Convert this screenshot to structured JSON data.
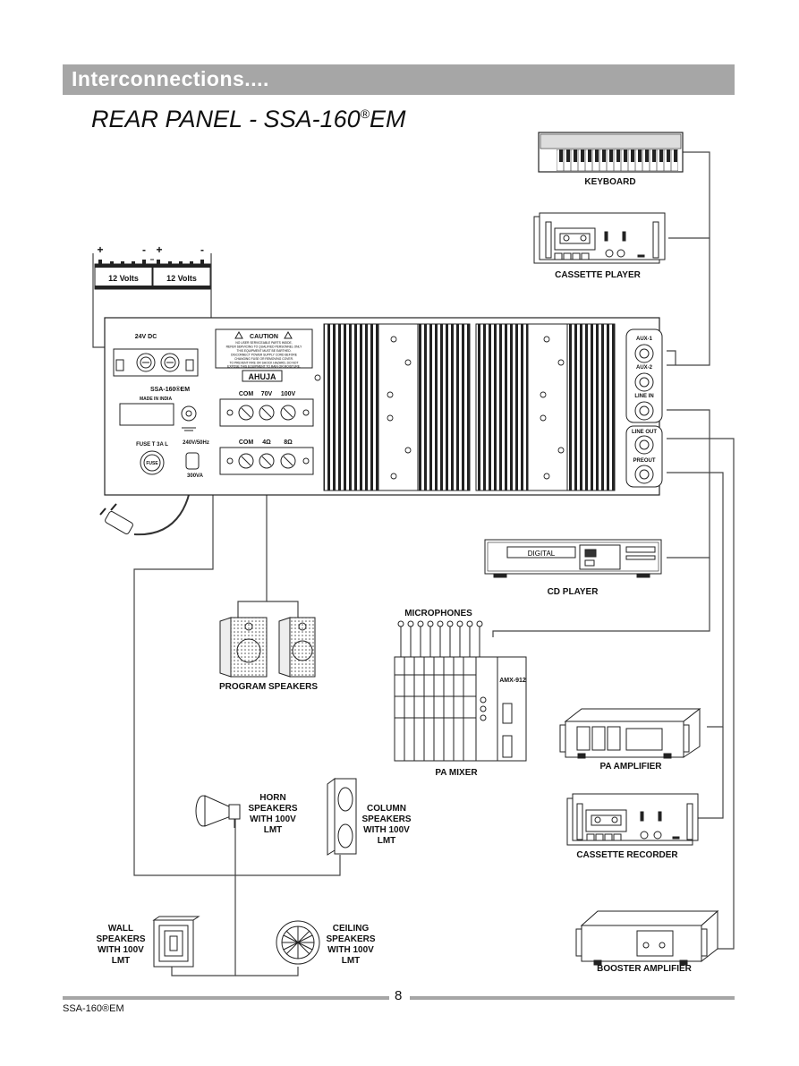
{
  "header": {
    "title": "Interconnections...."
  },
  "panel": {
    "title_prefix": "REAR PANEL -  SSA-160",
    "title_reg": "®",
    "title_suffix": "EM"
  },
  "amp": {
    "battery_label": "12 Volts",
    "batt_plus": "+",
    "batt_minus": "-",
    "dc_label": "24V DC",
    "model": "SSA-160®EM",
    "made_in": "MADE IN INDIA",
    "caution_title": "CAUTION",
    "caution_lines": [
      "NO USER SERVICEABLE PARTS INSIDE,",
      "REFER SERVICING TO QUALIFIED PERSONNEL ONLY",
      "THIS EQUIPMENT MUST BE EARTHED.",
      "DISCONNECT POWER SUPPLY CORD BEFORE",
      "CHANGING FUSE OR REMOVING COVER.",
      "TO PREVENT FIRE OR SHOCK HAZARD, DO NOT",
      "EXPOSE THIS EQUIPMENT TO RAIN OR MOISTURE."
    ],
    "brand": "AHUJA",
    "terminals_top": [
      "COM",
      "70V",
      "100V"
    ],
    "terminals_bottom": [
      "COM",
      "4Ω",
      "8Ω"
    ],
    "fuse_label": "FUSE T 3A L",
    "fuse_text": "FUSE",
    "mains_label": "240V/50Hz",
    "power_label": "300VA",
    "jacks": [
      "AUX-1",
      "AUX-2",
      "LINE IN",
      "LINE OUT",
      "PREOUT"
    ]
  },
  "devices": {
    "keyboard": "KEYBOARD",
    "cassette_player": "CASSETTE PLAYER",
    "cd_player": "CD  PLAYER",
    "cd_display": "DIGITAL",
    "microphones": "MICROPHONES",
    "mixer_model": "AMX-912",
    "pa_mixer": "PA MIXER",
    "pa_amplifier": "PA  AMPLIFIER",
    "cassette_recorder": "CASSETTE  RECORDER",
    "booster_amplifier": "BOOSTER AMPLIFIER",
    "program_speakers": "PROGRAM SPEAKERS",
    "horn_speakers": [
      "HORN",
      "SPEAKERS",
      "WITH 100V",
      "LMT"
    ],
    "column_speakers": [
      "COLUMN",
      "SPEAKERS",
      "WITH 100V",
      "LMT"
    ],
    "wall_speakers": [
      "WALL",
      "SPEAKERS",
      "WITH 100V",
      "LMT"
    ],
    "ceiling_speakers": [
      "CEILING",
      "SPEAKERS",
      "WITH 100V",
      "LMT"
    ]
  },
  "footer": {
    "page": "8",
    "model": "SSA-160®EM"
  }
}
